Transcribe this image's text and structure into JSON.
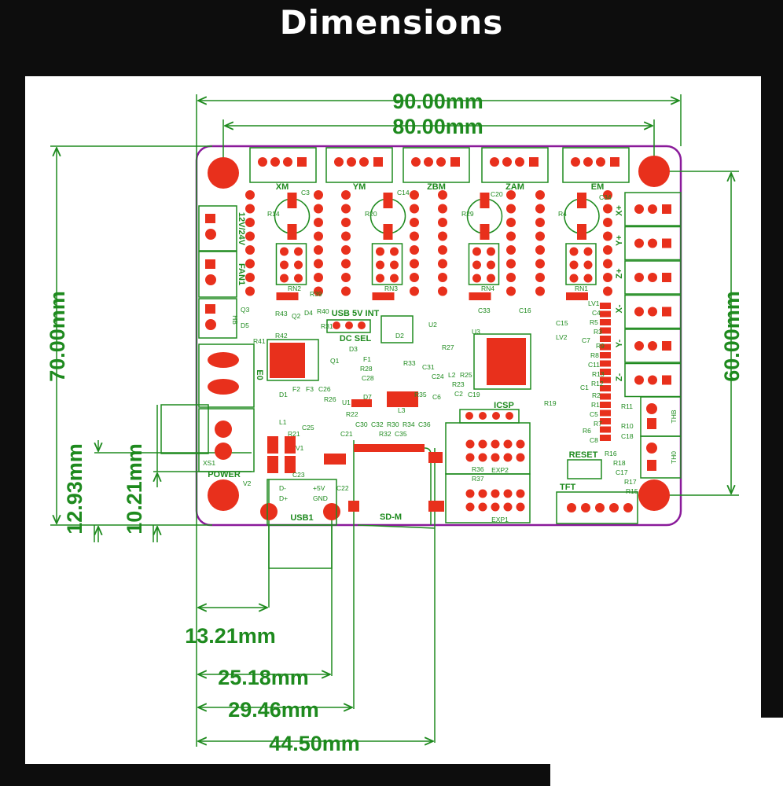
{
  "title": "Dimensions",
  "colors": {
    "silkscreen": "#1e8a1e",
    "pad": "#e8301c",
    "outline": "#8a1a9a",
    "background": "#0d0d0d"
  },
  "dimensions": {
    "width_outer": "90.00mm",
    "width_holes": "80.00mm",
    "height_outer": "70.00mm",
    "height_holes": "60.00mm",
    "power_offset_a": "12.93mm",
    "power_offset_b": "10.21mm",
    "usb_offset": "13.21mm",
    "usb_right_offset": "25.18mm",
    "sd_left_offset": "29.46mm",
    "sd_right_offset": "44.50mm"
  },
  "connectors": {
    "top": [
      "XM",
      "YM",
      "ZBM",
      "ZAM",
      "EM"
    ],
    "right": [
      "X+",
      "Y+",
      "Z+",
      "X-",
      "Y-",
      "Z-"
    ],
    "left": [
      "12V/24V",
      "FAN1",
      "HB",
      "E0"
    ],
    "thermistors": [
      "THB",
      "TH0"
    ],
    "power": "POWER",
    "power_ref": "XS1",
    "usb": "USB1",
    "usb_pins": [
      "D-",
      "+5V",
      "D+",
      "GND"
    ],
    "sd": "SD-M",
    "icsp": "ICSP",
    "exp2": "EXP2",
    "exp1": "EXP1",
    "tft": "TFT",
    "reset": "RESET",
    "usb5v": "USB 5V INT",
    "dcsel": "DC SEL"
  },
  "components": [
    "C3",
    "C14",
    "C20",
    "C34",
    "R14",
    "R20",
    "R29",
    "R4",
    "RN2",
    "RN3",
    "RN4",
    "RN1",
    "R39",
    "R43",
    "R40",
    "R42",
    "R41",
    "R31",
    "Q3",
    "Q2",
    "Q1",
    "D5",
    "D4",
    "D3",
    "D2",
    "U3",
    "U1",
    "U2",
    "C33",
    "C16",
    "C15",
    "LV2",
    "LV1",
    "C4",
    "R5",
    "R3",
    "C7",
    "R9",
    "R8",
    "C11",
    "R13",
    "R12",
    "C1",
    "R2",
    "R1",
    "C5",
    "R7",
    "R6",
    "C8",
    "R11",
    "R10",
    "C18",
    "R16",
    "R18",
    "C17",
    "R17",
    "R15",
    "R19",
    "C19",
    "C2",
    "C6",
    "L3",
    "D7",
    "D1",
    "L1",
    "F1",
    "F2",
    "F3",
    "C26",
    "R26",
    "R22",
    "C25",
    "C21",
    "R21",
    "C23",
    "V1",
    "V2",
    "C22",
    "R28",
    "C28",
    "R33",
    "R35",
    "C31",
    "C24",
    "L2",
    "R25",
    "R23",
    "R27",
    "C30",
    "C32",
    "R30",
    "R32",
    "R34",
    "C35",
    "C36",
    "R36",
    "R37"
  ]
}
